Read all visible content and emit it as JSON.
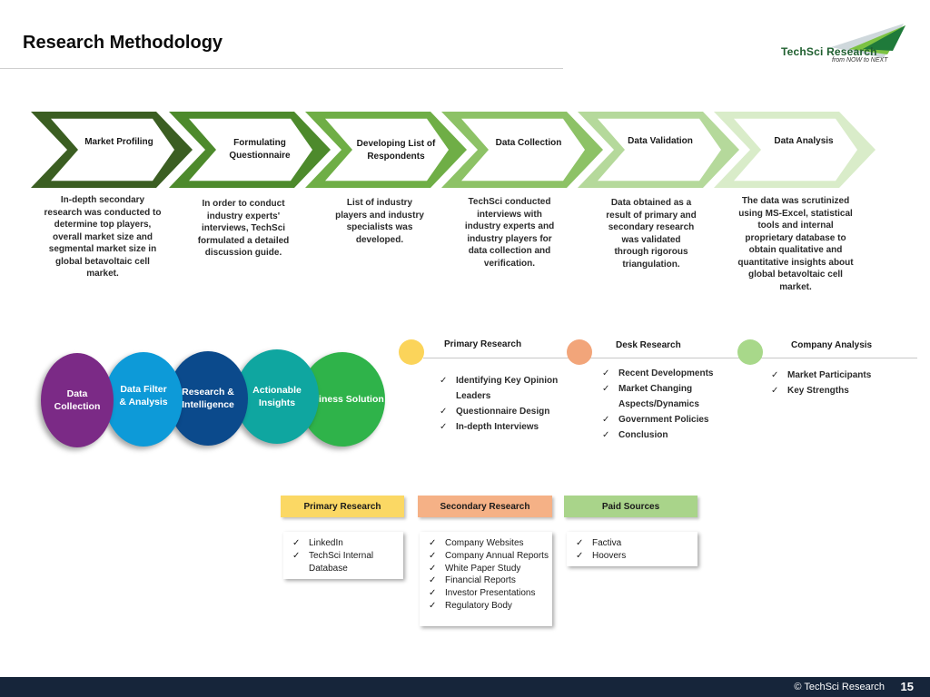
{
  "header": {
    "title": "Research Methodology",
    "logo_text": "TechSci Research",
    "logo_tagline": "from NOW to NEXT"
  },
  "steps": [
    {
      "label": "Market Profiling",
      "color": "#3b5e22",
      "description": "In-depth secondary research was conducted to determine top players, overall market size and segmental market size in global betavoltaic cell market."
    },
    {
      "label": "Formulating Questionnaire",
      "color": "#4d8a2c",
      "description": "In order to conduct industry experts' interviews, TechSci formulated a detailed discussion guide."
    },
    {
      "label": "Developing List of Respondents",
      "color": "#6fae46",
      "description": "List of industry players and industry specialists was developed."
    },
    {
      "label": "Data Collection",
      "color": "#8dc266",
      "description": "TechSci conducted interviews with industry experts and industry players for data collection and verification."
    },
    {
      "label": "Data Validation",
      "color": "#b5d99b",
      "description": "Data obtained as a result of primary and secondary research was validated through rigorous triangulation."
    },
    {
      "label": "Data Analysis",
      "color": "#d9ecc9",
      "description": "The data was scrutinized using MS-Excel, statistical tools and internal proprietary database to obtain qualitative and quantitative insights about global betavoltaic cell market."
    }
  ],
  "process": [
    {
      "label": "Data Collection",
      "color": "#7b2a86"
    },
    {
      "label": "Data Filter & Analysis",
      "color": "#0d9ad8"
    },
    {
      "label": "Research & Intelligence",
      "color": "#0b4a8c"
    },
    {
      "label": "Actionable Insights",
      "color": "#0fa6a0"
    },
    {
      "label": "Business Solution",
      "color": "#2fb34a"
    }
  ],
  "categories": [
    {
      "title": "Primary Research",
      "dot_color": "#fbd45a",
      "items": [
        "Identifying Key Opinion Leaders",
        "Questionnaire Design",
        "In-depth Interviews"
      ]
    },
    {
      "title": "Desk Research",
      "dot_color": "#f2a57a",
      "items": [
        "Recent Developments",
        "Market Changing Aspects/Dynamics",
        "Government Policies",
        "Conclusion"
      ]
    },
    {
      "title": "Company Analysis",
      "dot_color": "#a8d88a",
      "items": [
        "Market Participants",
        "Key Strengths"
      ]
    }
  ],
  "sources": [
    {
      "title": "Primary Research",
      "color": "#fbd864",
      "items": [
        "LinkedIn",
        "TechSci Internal Database"
      ]
    },
    {
      "title": "Secondary Research",
      "color": "#f5b186",
      "items": [
        "Company Websites",
        "Company Annual Reports",
        "White Paper Study",
        "Financial Reports",
        "Investor Presentations",
        "Regulatory Body"
      ]
    },
    {
      "title": "Paid Sources",
      "color": "#a9d48a",
      "items": [
        "Factiva",
        "Hoovers"
      ]
    }
  ],
  "footer": {
    "copyright": "© TechSci Research",
    "page": "15"
  }
}
